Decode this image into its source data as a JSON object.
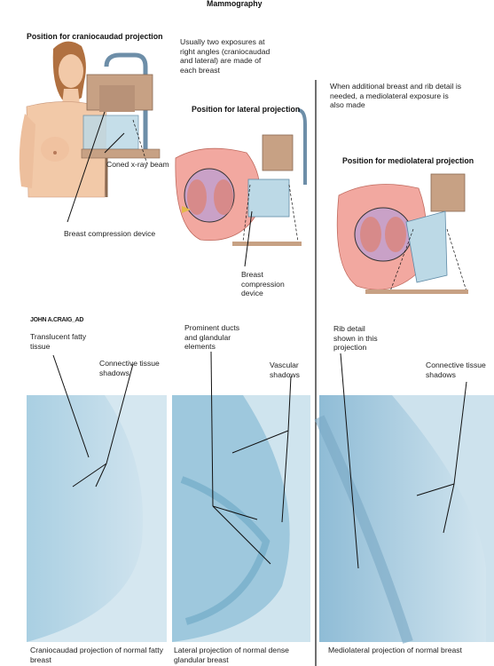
{
  "title": "Mammography",
  "top": {
    "craniocaudad_heading": "Position for craniocaudad projection",
    "exposure_note": "Usually two exposures at right angles (craniocaudad and lateral) are made of each breast",
    "lateral_heading": "Position for lateral projection",
    "mediolateral_note": "When additional breast and rib detail is needed, a mediolateral exposure is also made",
    "mediolateral_heading": "Position for mediolateral projection",
    "coned_beam_label": "Coned x-ray beam",
    "compression_device_label": "Breast compression device",
    "compression_device_label_2": "Breast compression device"
  },
  "signature": "JOHN A.CRAIG_AD",
  "bottom": {
    "translucent_label": "Translucent fatty tissue",
    "connective_label_1": "Connective tissue shadows",
    "ducts_label": "Prominent ducts and glandular elements",
    "vascular_label": "Vascular shadows",
    "rib_detail_label": "Rib detail shown in this projection",
    "connective_label_2": "Connective tissue shadows",
    "caption_1": "Craniocaudad projection of normal fatty breast",
    "caption_2": "Lateral projection of normal dense glandular breast",
    "caption_3": "Mediolateral projection of normal breast"
  },
  "colors": {
    "xray_blue": "#bcd9e6",
    "xray_dark": "#7fb3cc",
    "skin": "#f2c9a8",
    "device_tan": "#c7a184",
    "tissue_pink": "#f2a8a0"
  }
}
